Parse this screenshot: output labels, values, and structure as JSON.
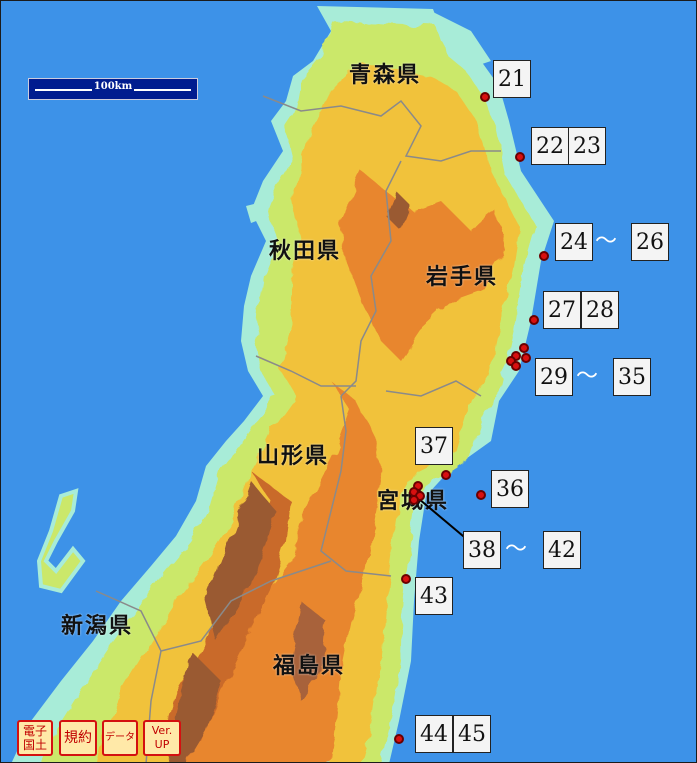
{
  "scale_bar": {
    "label": "100km"
  },
  "prefectures": {
    "aomori": "青森県",
    "akita": "秋田県",
    "iwate": "岩手県",
    "yamagata": "山形県",
    "miyagi": "宮城県",
    "niigata": "新潟県",
    "fukushima": "福島県"
  },
  "site_labels": {
    "l21": "21",
    "l22": "22",
    "l23": "23",
    "l24": "24",
    "l26": "26",
    "l27": "27",
    "l28": "28",
    "l29": "29",
    "l35": "35",
    "l36": "36",
    "l37": "37",
    "l38": "38",
    "l42": "42",
    "l43": "43",
    "l44": "44",
    "l45": "45",
    "range_sep": "～"
  },
  "buttons": {
    "denshi": "電子\n国土",
    "kiyaku": "規約",
    "data": "データ",
    "ver": "Ver.\nUP"
  },
  "colors": {
    "sea": "#3d92e8",
    "lowland": "#a8ecd8",
    "plain": "#cbe86a",
    "hill": "#f1c23a",
    "mountain": "#e8862e",
    "peak": "#9a5a32",
    "marker": "#d81010"
  }
}
